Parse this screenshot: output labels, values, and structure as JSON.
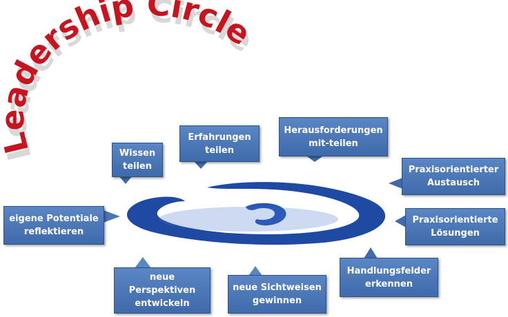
{
  "title": "Leadership Circle",
  "colors": {
    "title_red": "#c8141e",
    "spiral_blue": "#1f4aa3",
    "callout_fill": "#4a76b8",
    "callout_border": "#2c4f86"
  },
  "callouts": [
    {
      "id": "wissen",
      "lines": [
        "Wissen",
        "teilen"
      ]
    },
    {
      "id": "erfahrungen",
      "lines": [
        "Erfahrungen",
        "teilen"
      ]
    },
    {
      "id": "herausforderungen",
      "lines": [
        "Herausforderungen",
        "mit-teilen"
      ]
    },
    {
      "id": "praxis-austausch",
      "lines": [
        "Praxisorientierter",
        "Austausch"
      ]
    },
    {
      "id": "praxis-loesungen",
      "lines": [
        "Praxisorientierte",
        "Lösungen"
      ]
    },
    {
      "id": "handlungsfelder",
      "lines": [
        "Handlungsfelder",
        "erkennen"
      ]
    },
    {
      "id": "sichtweisen",
      "lines": [
        "neue Sichtweisen",
        "gewinnen"
      ]
    },
    {
      "id": "perspektiven",
      "lines": [
        "neue",
        "Perspektiven",
        "entwickeln"
      ]
    },
    {
      "id": "potentiale",
      "lines": [
        "eigene Potentiale",
        "reflektieren"
      ]
    }
  ]
}
